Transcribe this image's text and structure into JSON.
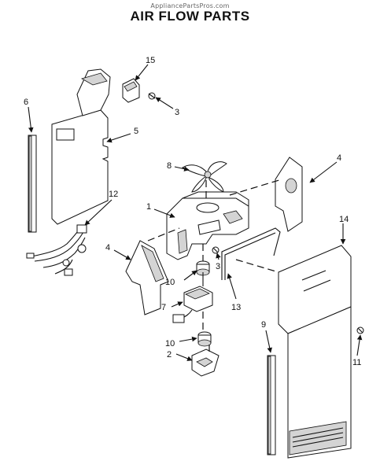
{
  "watermark": "AppliancePartsPros.com",
  "title": "AIR FLOW PARTS",
  "callouts": {
    "c1": "1",
    "c2": "2",
    "c3a": "3",
    "c3b": "3",
    "c4a": "4",
    "c4b": "4",
    "c5": "5",
    "c6": "6",
    "c7": "7",
    "c8": "8",
    "c9": "9",
    "c10a": "10",
    "c10b": "10",
    "c11": "11",
    "c12": "12",
    "c13": "13",
    "c14": "14",
    "c15": "15"
  }
}
